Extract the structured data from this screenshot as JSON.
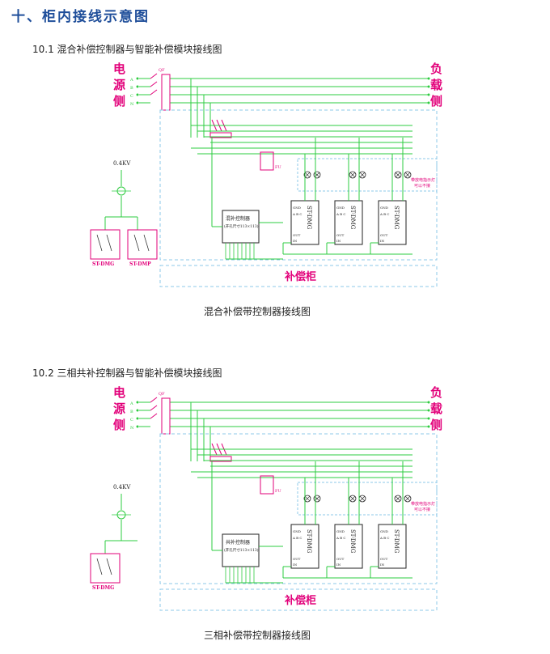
{
  "section_title": "十、柜内接线示意图",
  "diagram1": {
    "heading": "10.1   混合补偿控制器与智能补偿模块接线图",
    "caption": "混合补偿带控制器接线图",
    "source_label": [
      "电",
      "源",
      "侧"
    ],
    "load_label": [
      "负",
      "载",
      "侧"
    ],
    "phases": [
      "A",
      "B",
      "C",
      "N"
    ],
    "voltage": "0.4KV",
    "controller_title": "混补控制器",
    "controller_subtitle": "(开孔尺寸113×113)",
    "lamp_note_1": "带放电指示灯",
    "lamp_note_2": "可以不接",
    "cabinet_label": "补偿柜",
    "modules": [
      "ST-DMG",
      "ST-DMG",
      "ST-DMG"
    ],
    "transformers": [
      "ST-DMG",
      "ST-DMP"
    ]
  },
  "diagram2": {
    "heading": "10.2   三相共补控制器与智能补偿模块接线图",
    "caption": "三相补偿带控制器接线图",
    "source_label": [
      "电",
      "源",
      "侧"
    ],
    "load_label": [
      "负",
      "载",
      "侧"
    ],
    "phases": [
      "A",
      "B",
      "C",
      "N"
    ],
    "voltage": "0.4KV",
    "controller_title": "共补控制器",
    "controller_subtitle": "(开孔尺寸113×113)",
    "lamp_note_1": "带放电指示灯",
    "lamp_note_2": "可以不接",
    "cabinet_label": "补偿柜",
    "modules": [
      "ST-DMG",
      "ST-DMG",
      "ST-DMG"
    ],
    "transformers": [
      "ST-DMG"
    ]
  },
  "colors": {
    "title": "#1f4e9a",
    "wire": "#2ecc40",
    "accent": "#e2007a",
    "frame": "#8ec9ea",
    "box": "#222222"
  }
}
